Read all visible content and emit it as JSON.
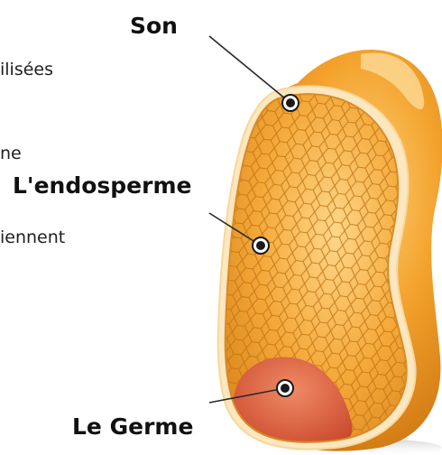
{
  "background_text": {
    "lines": [
      "ilisées",
      "ne",
      "iennent"
    ]
  },
  "labels": {
    "bran": "Son",
    "endosperm": "L'endosperme",
    "germ": "Le Germe"
  },
  "colors": {
    "bran_outer": "#E8901A",
    "bran_highlight": "#FFC45A",
    "endosperm_fill": "#F5A833",
    "cell_lines": "#C27515",
    "germ": "#E0603F",
    "leader_line": "#2a2a2a",
    "marker": "#1a1a1a"
  }
}
